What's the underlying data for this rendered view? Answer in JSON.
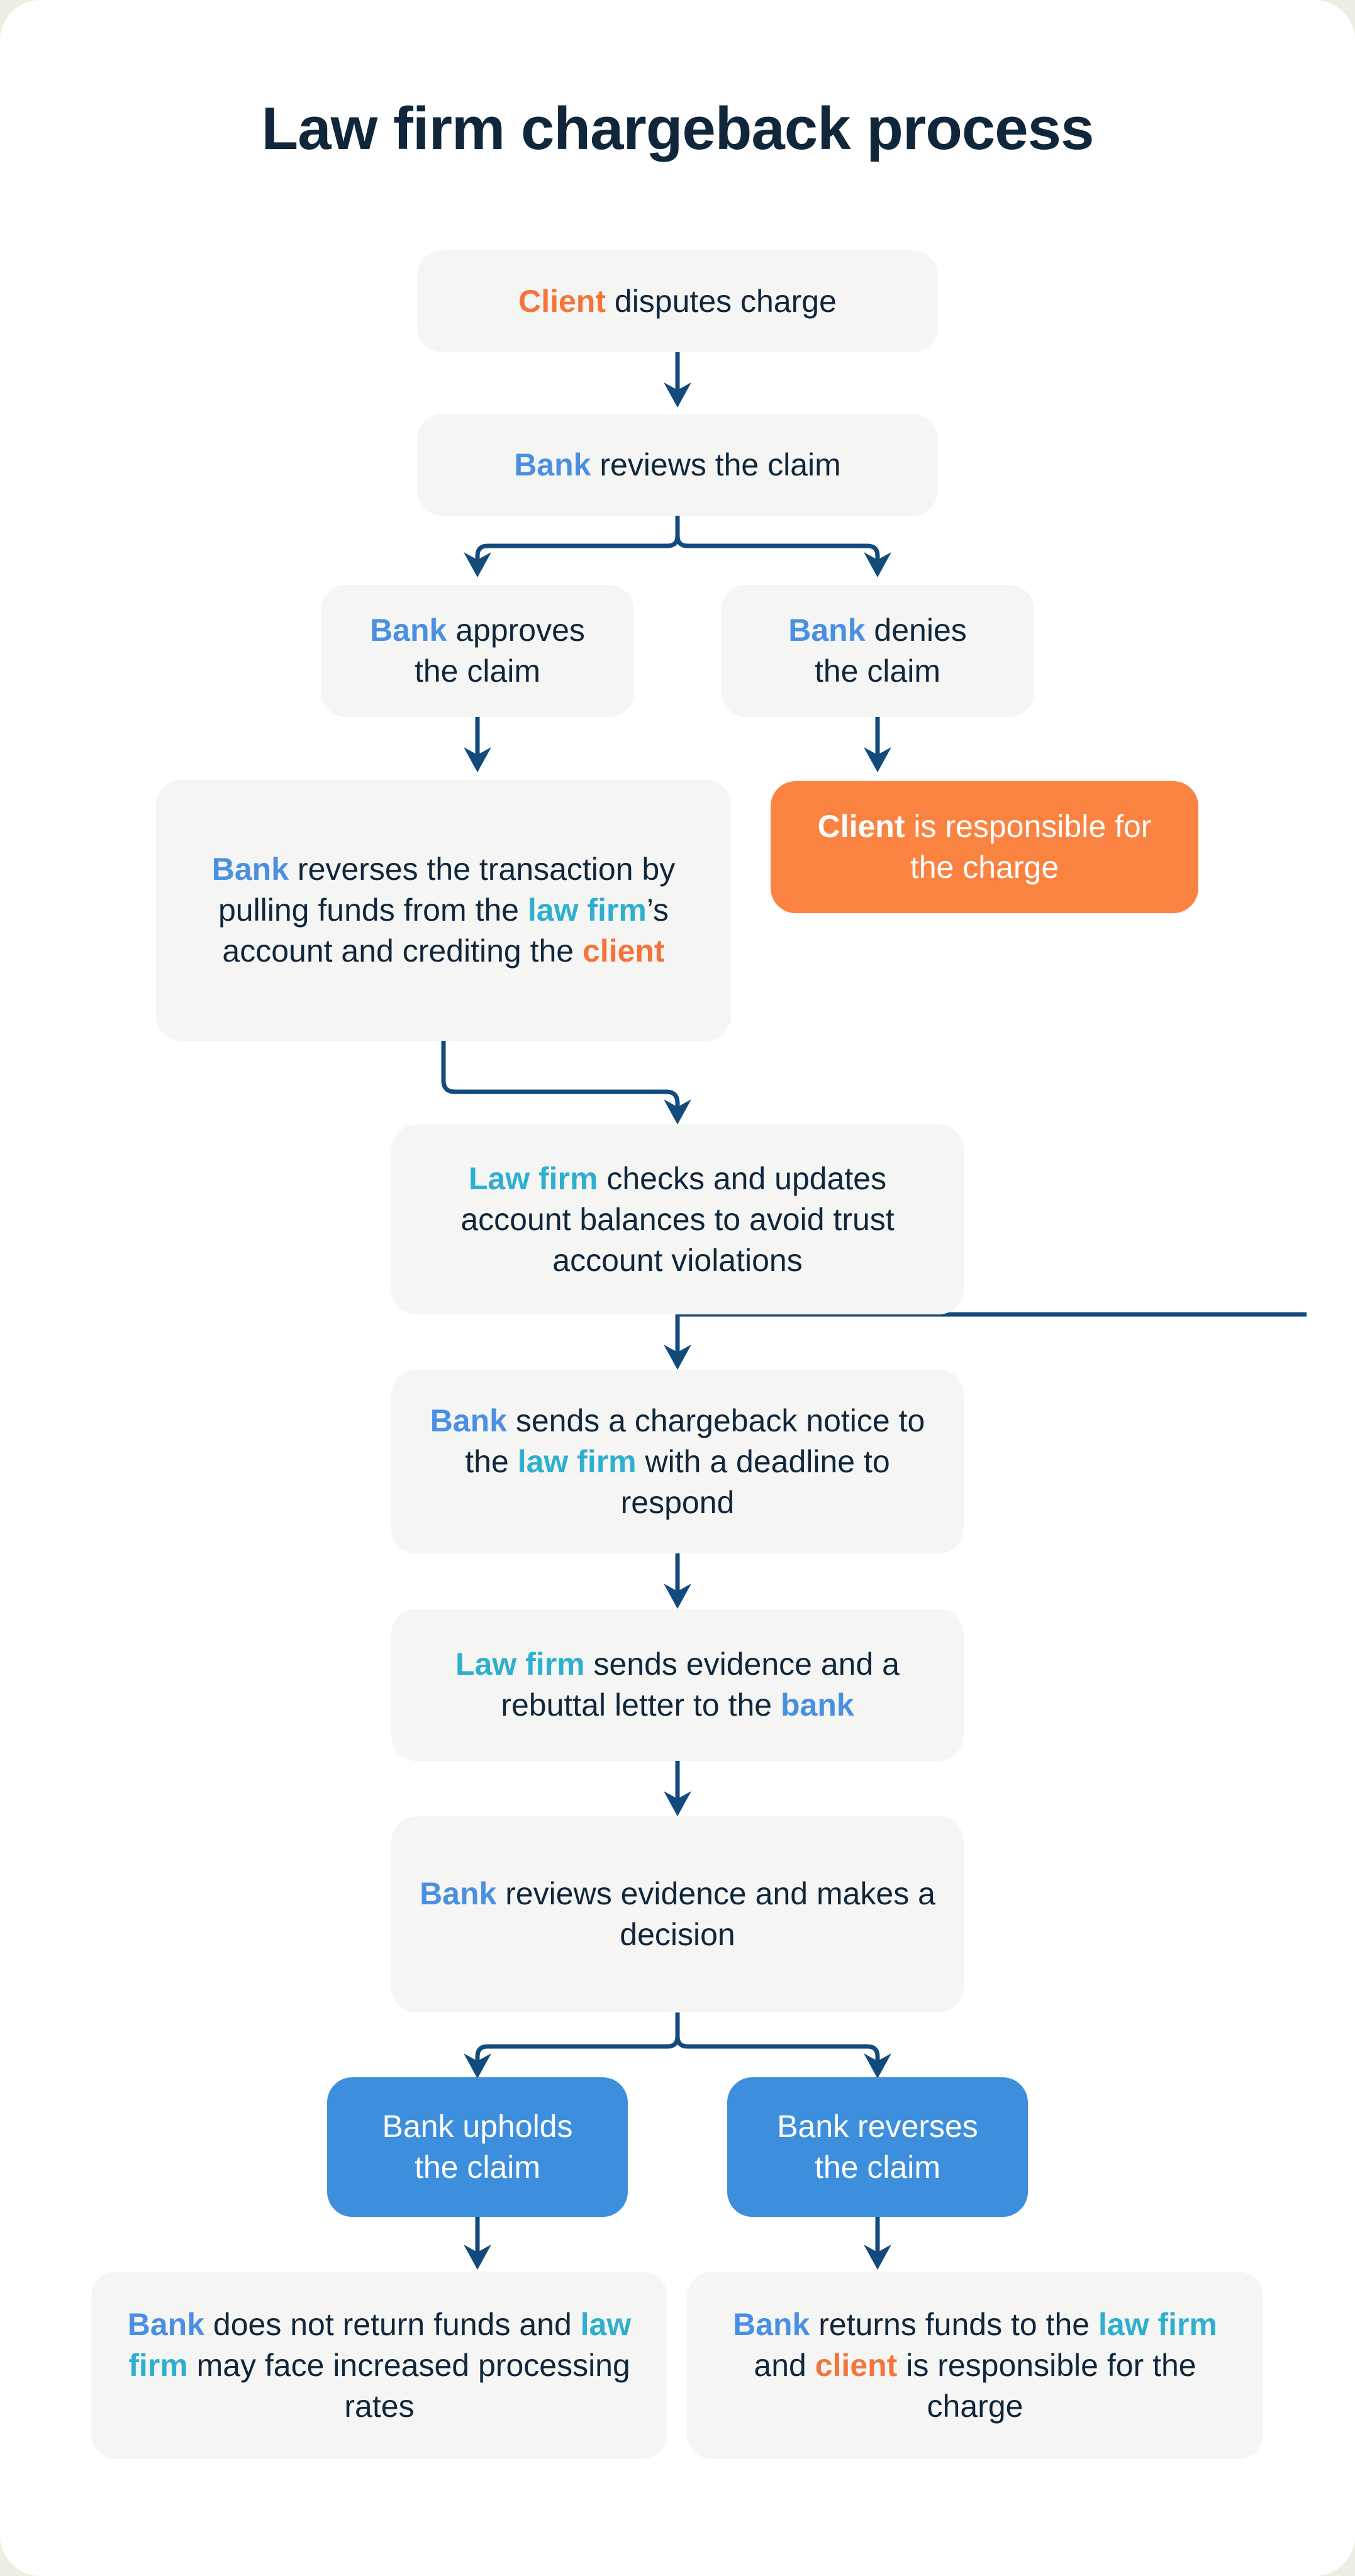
{
  "page": {
    "background": "#eeede4",
    "card_background": "#ffffff"
  },
  "title": "Law firm chargeback process",
  "palette": {
    "bank": "#4a90e2",
    "law_firm": "#2fafcf",
    "client": "#f4743b",
    "orange_box": "#fb8341",
    "blue_box": "#3d8fdd",
    "gray_box": "#f5f5f3",
    "text": "#10263b",
    "connector": "#134a7c"
  },
  "chart_data": {
    "type": "diagram",
    "title": "Law firm chargeback process",
    "orientation": "top-down flowchart",
    "nodes": [
      {
        "id": "n1",
        "style": "gray",
        "text": "Client disputes charge"
      },
      {
        "id": "n2",
        "style": "gray",
        "text": "Bank reviews the claim"
      },
      {
        "id": "n3",
        "style": "gray",
        "text": "Bank approves the claim"
      },
      {
        "id": "n4",
        "style": "gray",
        "text": "Bank denies the claim"
      },
      {
        "id": "n5",
        "style": "gray",
        "text": "Bank reverses the transaction by pulling funds from the law firm’s account and crediting the client"
      },
      {
        "id": "n6",
        "style": "orange",
        "text": "Client is responsible for the charge"
      },
      {
        "id": "n7",
        "style": "gray",
        "text": "Law firm checks and updates account balances to avoid trust account violations"
      },
      {
        "id": "n8",
        "style": "gray",
        "text": "Bank sends a chargeback notice to the law firm with a deadline to respond"
      },
      {
        "id": "n9",
        "style": "gray",
        "text": "Law firm sends evidence and a rebuttal letter to the bank"
      },
      {
        "id": "n10",
        "style": "gray",
        "text": "Bank reviews evidence and makes a decision"
      },
      {
        "id": "n11",
        "style": "blue",
        "text": "Bank upholds the claim"
      },
      {
        "id": "n12",
        "style": "blue",
        "text": "Bank reverses the claim"
      },
      {
        "id": "n13",
        "style": "gray",
        "text": "Bank does not return funds and law firm may face increased processing rates"
      },
      {
        "id": "n14",
        "style": "gray",
        "text": "Bank returns funds to the law firm and client is responsible for the charge"
      }
    ],
    "edges": [
      {
        "from": "n1",
        "to": "n2",
        "type": "straight"
      },
      {
        "from": "n2",
        "to": "n3",
        "type": "split-left"
      },
      {
        "from": "n2",
        "to": "n4",
        "type": "split-right"
      },
      {
        "from": "n3",
        "to": "n5",
        "type": "straight"
      },
      {
        "from": "n4",
        "to": "n6",
        "type": "straight"
      },
      {
        "from": "n5",
        "to": "n7",
        "type": "elbow"
      },
      {
        "from": "n7",
        "to": "n8",
        "type": "straight"
      },
      {
        "from": "n8",
        "to": "n9",
        "type": "straight"
      },
      {
        "from": "n9",
        "to": "n10",
        "type": "straight"
      },
      {
        "from": "n10",
        "to": "n11",
        "type": "split-left"
      },
      {
        "from": "n10",
        "to": "n12",
        "type": "split-right"
      },
      {
        "from": "n11",
        "to": "n13",
        "type": "straight"
      },
      {
        "from": "n12",
        "to": "n14",
        "type": "straight"
      }
    ]
  },
  "nodes": {
    "n1": {
      "lead": "Client",
      "rest": " disputes charge"
    },
    "n2": {
      "lead": "Bank",
      "rest": " reviews the claim"
    },
    "n3": {
      "lead": "Bank",
      "rest": " approves",
      "line2": "the claim"
    },
    "n4": {
      "lead": "Bank",
      "rest": " denies",
      "line2": "the claim"
    },
    "n5": {
      "p1": "Bank",
      "p2": " reverses the transaction by pulling funds from the ",
      "p3": "law firm",
      "p4": "’s account and crediting the ",
      "p5": "client"
    },
    "n6": {
      "lead": "Client",
      "rest": " is responsible for the charge"
    },
    "n7": {
      "lead": "Law firm",
      "rest": " checks and updates account balances to avoid trust account violations"
    },
    "n8": {
      "p1": "Bank",
      "p2": " sends a chargeback notice to the ",
      "p3": "law firm",
      "p4": " with a deadline to respond"
    },
    "n9": {
      "p1": "Law firm",
      "p2": " sends evidence and a rebuttal letter to the ",
      "p3": "bank"
    },
    "n10": {
      "lead": "Bank",
      "rest": " reviews evidence and makes a decision"
    },
    "n11": {
      "line1": "Bank upholds",
      "line2": "the claim"
    },
    "n12": {
      "line1": "Bank reverses",
      "line2": "the claim"
    },
    "n13": {
      "p1": "Bank",
      "p2": " does not return funds and ",
      "p3": "law firm",
      "p4": " may face increased processing rates"
    },
    "n14": {
      "p1": "Bank",
      "p2": " returns funds to the ",
      "p3": "law firm",
      "p4": " and ",
      "p5": "client",
      "p6": " is responsible for the charge"
    }
  }
}
